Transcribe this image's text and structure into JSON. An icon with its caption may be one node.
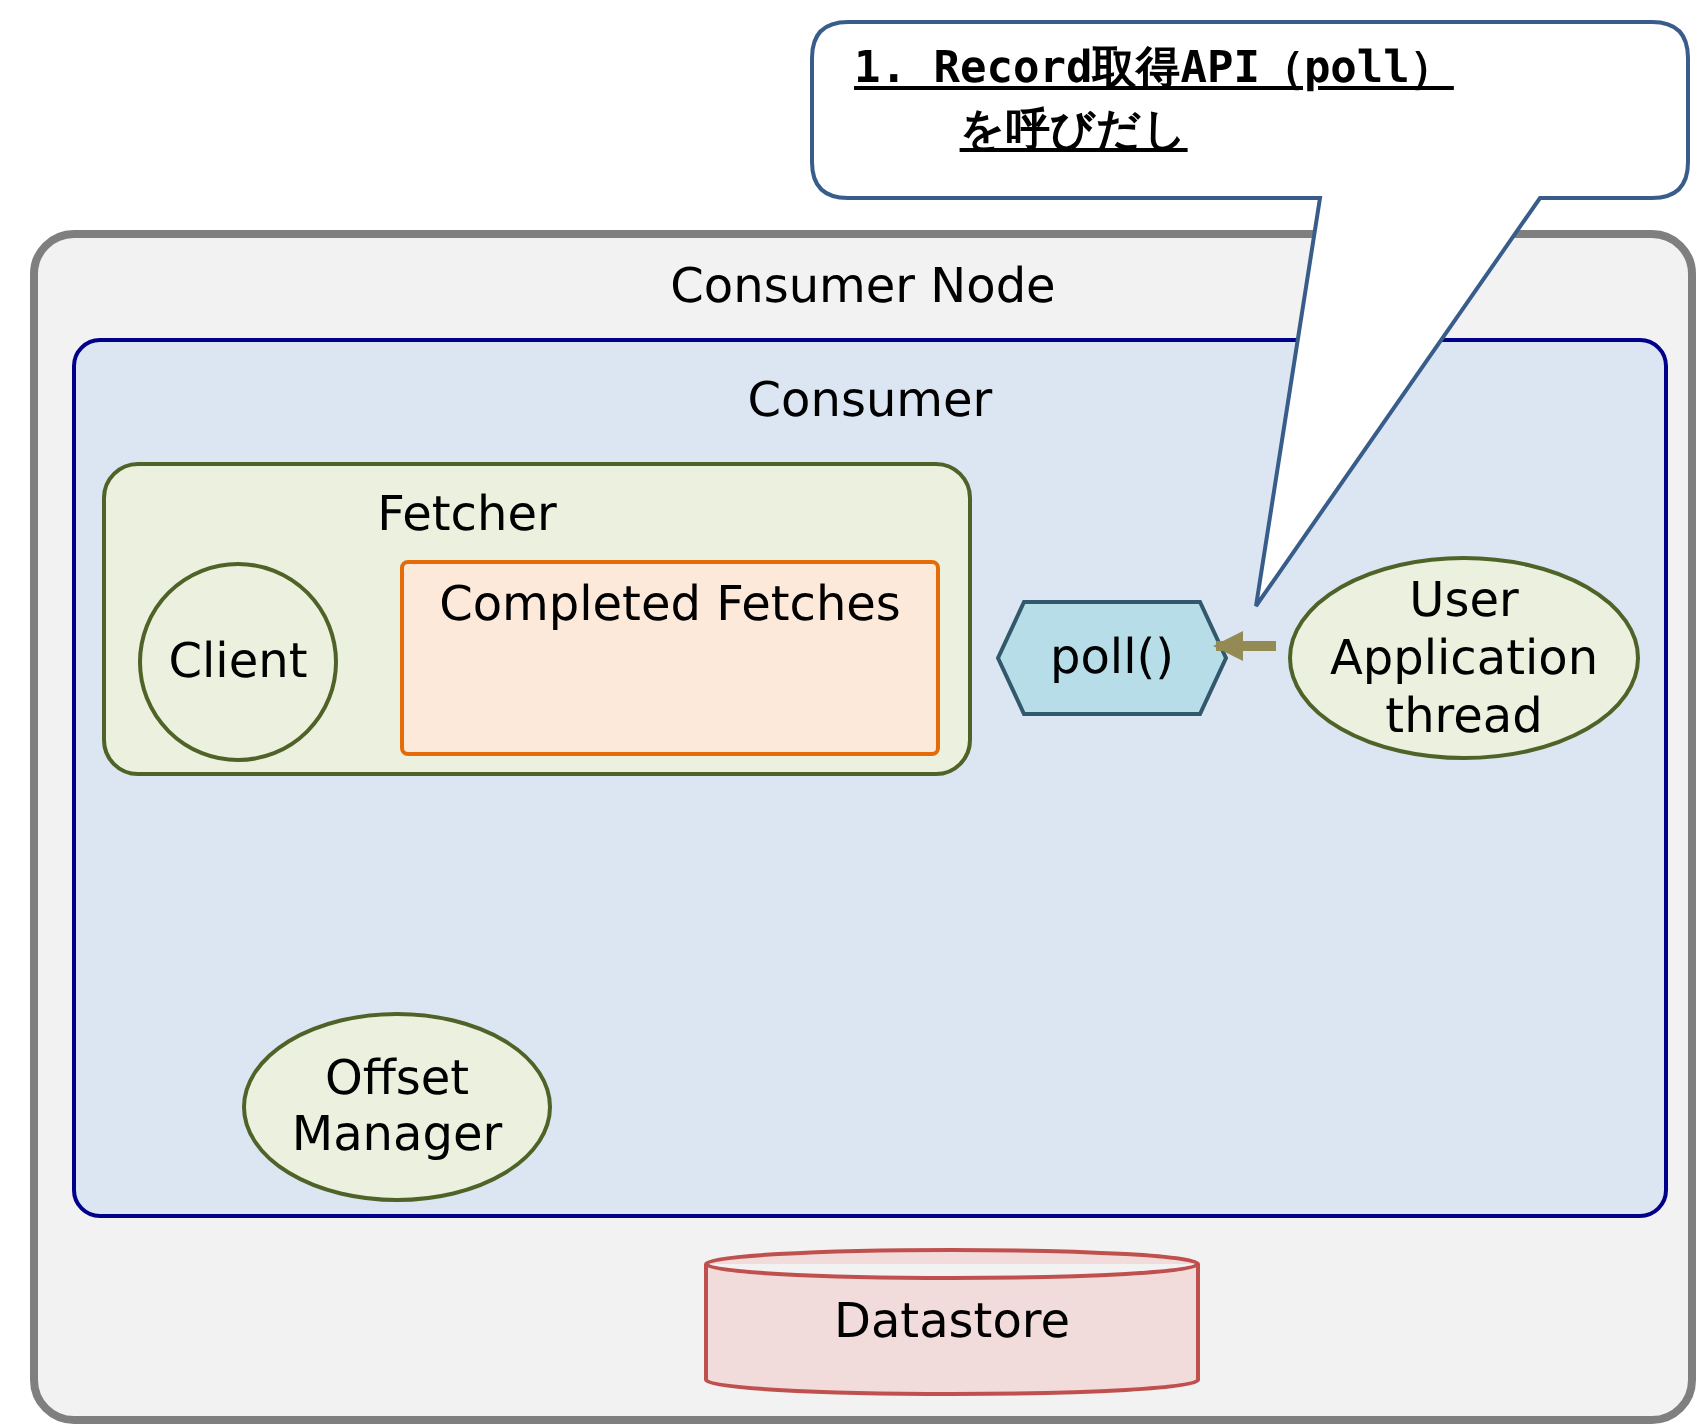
{
  "diagram": {
    "nodes": [
      {
        "text": [
          "Consumer Node"
        ]
      },
      {
        "text": [
          "Consumer"
        ],
        "in": 0
      },
      {
        "text": [
          "Fetcher"
        ],
        "in": 1
      },
      {
        "text": [
          "Client"
        ],
        "in": 2
      },
      {
        "text": [
          "Completed Fetches"
        ],
        "in": 2
      },
      {
        "text": [
          "poll()"
        ],
        "in": 1
      },
      {
        "text": [
          "User Application thread"
        ],
        "in": 1
      },
      {
        "text": [
          "Offset Manager"
        ],
        "in": 1
      },
      {
        "text": [
          "Datastore"
        ],
        "in": 0
      },
      {
        "text": [
          "1. Record取得API（poll）を呼びだし"
        ]
      }
    ],
    "edges": [
      {
        "from": 6,
        "to": 5,
        "arrow": "to",
        "color": "#948a54"
      }
    ]
  }
}
